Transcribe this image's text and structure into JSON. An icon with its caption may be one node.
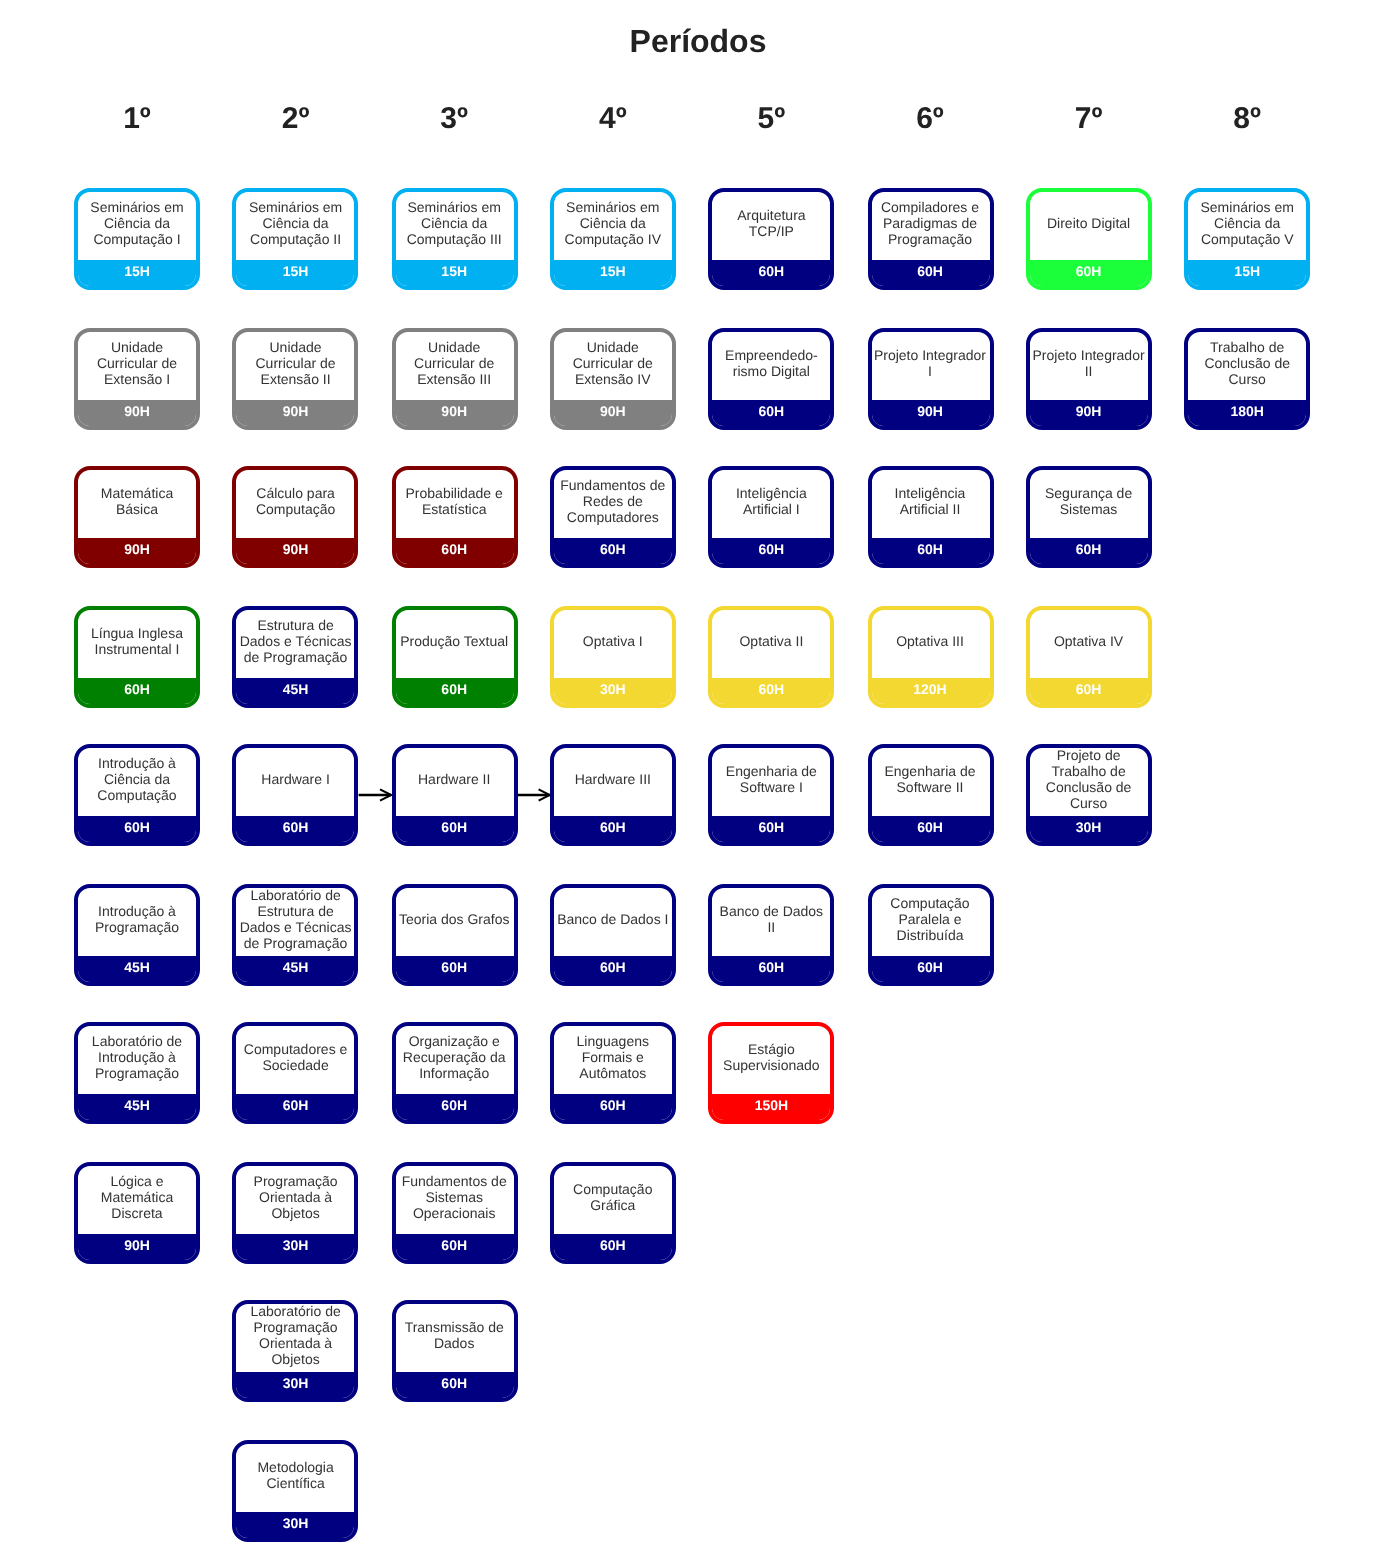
{
  "diagram": {
    "title": "Períodos",
    "nodes": [
      {
        "text": [
          "Seminários em Ciência da Computação I",
          "15H"
        ]
      },
      {
        "text": [
          "Seminários em Ciência da Computação II",
          "15H"
        ]
      },
      {
        "text": [
          "Seminários em Ciência da Computação III",
          "15H"
        ]
      },
      {
        "text": [
          "Seminários em Ciência da Computação IV",
          "15H"
        ]
      },
      {
        "text": [
          "Arquitetura TCP/IP",
          "60H"
        ]
      },
      {
        "text": [
          "Compiladores e Paradigmas de Programação",
          "60H"
        ]
      },
      {
        "text": [
          "Direito Digital",
          "60H"
        ]
      },
      {
        "text": [
          "Seminários em Ciência da Computação V",
          "15H"
        ]
      },
      {
        "text": [
          "Unidade Curricular de Extensão I",
          "90H"
        ]
      },
      {
        "text": [
          "Unidade Curricular de Extensão II",
          "90H"
        ]
      },
      {
        "text": [
          "Unidade Curricular de Extensão III",
          "90H"
        ]
      },
      {
        "text": [
          "Unidade Curricular de Extensão IV",
          "90H"
        ]
      },
      {
        "text": [
          "Empreendedo- rismo Digital",
          "60H"
        ]
      },
      {
        "text": [
          "Projeto Integrador I",
          "90H"
        ]
      },
      {
        "text": [
          "Projeto Integrador II",
          "90H"
        ]
      },
      {
        "text": [
          "Trabalho de Conclusão de Curso",
          "180H"
        ]
      },
      {
        "text": [
          "Matemática Básica",
          "90H"
        ]
      },
      {
        "text": [
          "Cálculo para Computação",
          "90H"
        ]
      },
      {
        "text": [
          "Probabilidade e Estatística",
          "60H"
        ]
      },
      {
        "text": [
          "Fundamentos de Redes de Computadores",
          "60H"
        ]
      },
      {
        "text": [
          "Inteligência Artificial I",
          "60H"
        ]
      },
      {
        "text": [
          "Inteligência Artificial II",
          "60H"
        ]
      },
      {
        "text": [
          "Segurança de Sistemas",
          "60H"
        ]
      },
      {
        "text": [
          "Língua Inglesa Instrumental I",
          "60H"
        ]
      },
      {
        "text": [
          "Estrutura de Dados e Técnicas de Programação",
          "45H"
        ]
      },
      {
        "text": [
          "Produção Textual",
          "60H"
        ]
      },
      {
        "text": [
          "Optativa I",
          "30H"
        ]
      },
      {
        "text": [
          "Optativa II",
          "60H"
        ]
      },
      {
        "text": [
          "Optativa III",
          "120H"
        ]
      },
      {
        "text": [
          "Optativa IV",
          "60H"
        ]
      },
      {
        "text": [
          "Introdução à Ciência da Computação",
          "60H"
        ]
      },
      {
        "text": [
          "Hardware I",
          "60H"
        ]
      },
      {
        "text": [
          "Hardware II",
          "60H"
        ]
      },
      {
        "text": [
          "Hardware III",
          "60H"
        ]
      },
      {
        "text": [
          "Engenharia de Software I",
          "60H"
        ]
      },
      {
        "text": [
          "Engenharia de Software II",
          "60H"
        ]
      },
      {
        "text": [
          "Projeto de Trabalho de Conclusão de Curso",
          "30H"
        ]
      },
      {
        "text": [
          "Introdução à Programação",
          "45H"
        ]
      },
      {
        "text": [
          "Laboratório de Estrutura de Dados e Técnicas de Programação",
          "45H"
        ]
      },
      {
        "text": [
          "Teoria dos Grafos",
          "60H"
        ]
      },
      {
        "text": [
          "Banco de Dados I",
          "60H"
        ]
      },
      {
        "text": [
          "Banco de Dados II",
          "60H"
        ]
      },
      {
        "text": [
          "Computação Paralela e Distribuída",
          "60H"
        ]
      },
      {
        "text": [
          "Laboratório de Introdução à Programação",
          "45H"
        ]
      },
      {
        "text": [
          "Computadores e Sociedade",
          "60H"
        ]
      },
      {
        "text": [
          "Organização e Recuperação da Informação",
          "60H"
        ]
      },
      {
        "text": [
          "Linguagens Formais e Autômatos",
          "60H"
        ]
      },
      {
        "text": [
          "Estágio Supervisionado",
          "150H"
        ]
      },
      {
        "text": [
          "Lógica e Matemática Discreta",
          "90H"
        ]
      },
      {
        "text": [
          "Programação Orientada à Objetos",
          "30H"
        ]
      },
      {
        "text": [
          "Fundamentos de Sistemas Operacionais",
          "60H"
        ]
      },
      {
        "text": [
          "Computação Gráfica",
          "60H"
        ]
      },
      {
        "text": [
          "Laboratório de Programação Orientada à Objetos",
          "30H"
        ]
      },
      {
        "text": [
          "Transmissão de Dados",
          "60H"
        ]
      },
      {
        "text": [
          "Metodologia Científica",
          "30H"
        ]
      }
    ],
    "edges": [
      {
        "from": 31,
        "to": 32,
        "arrow": "to"
      },
      {
        "from": 32,
        "to": 33,
        "arrow": "to"
      }
    ],
    "labels": [
      "1º",
      "2º",
      "3º",
      "4º",
      "5º",
      "6º",
      "7º",
      "8º"
    ]
  }
}
